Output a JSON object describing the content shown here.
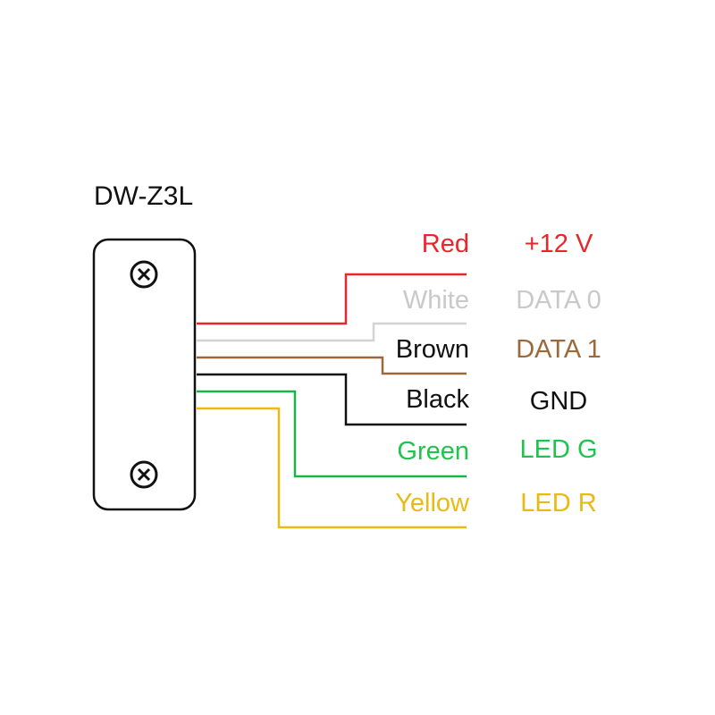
{
  "device": {
    "model": "DW-Z3L"
  },
  "wires": [
    {
      "color_name": "Red",
      "signal": "+12 V",
      "color": "#e8262b",
      "label_color": "#e8262b"
    },
    {
      "color_name": "White",
      "signal": "DATA 0",
      "color": "#d4d4d4",
      "label_color": "#c9c9c9"
    },
    {
      "color_name": "Brown",
      "signal": "DATA 1",
      "color": "#9b6a3c",
      "label_color": "#111111",
      "signal_color": "#9b6a3c"
    },
    {
      "color_name": "Black",
      "signal": "GND",
      "color": "#111111",
      "label_color": "#111111"
    },
    {
      "color_name": "Green",
      "signal": "LED G",
      "color": "#1cb24a",
      "label_color": "#22c24f"
    },
    {
      "color_name": "Yellow",
      "signal": "LED R",
      "color": "#e9b914",
      "label_color": "#e9b914"
    }
  ]
}
